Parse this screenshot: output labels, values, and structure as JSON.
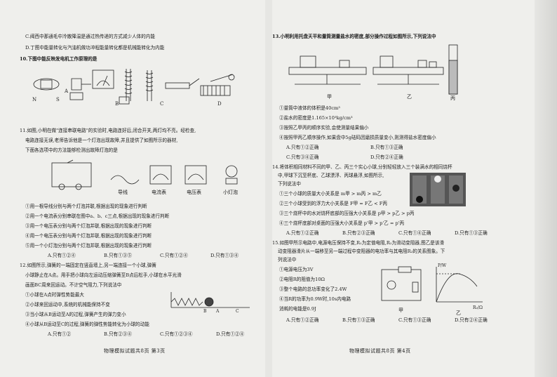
{
  "left": {
    "lines_top": [
      "C.阀西中那通毛中冷散降温是通过热传递的方式减少人体的内能",
      "D.丁图中能量转化与汽油机做功冲程能量转化都是机械能转化为内能"
    ],
    "q10": {
      "stem": "10.下图中能反映发电机工作原理的是",
      "labels": [
        "A",
        "B",
        "C",
        "D"
      ]
    },
    "q11": {
      "stem": [
        "11.如图,小明在做\"连接串联电路\"的实验时,电路连好后,闭合开关,两灯均不亮。经检查,",
        "电路连接无误,老师告诉他是一个灯泡出现故障,并且提供了如图所示的器材,",
        "下面各选项中的方法能够检测出故障灯泡的是"
      ],
      "tools": [
        "导线",
        "电流表",
        "电压表",
        "小灯泡"
      ],
      "items": [
        "①用一根导线分别与两个灯泡并联,根据出现的现象进行判断",
        "②用一个电流表分别串联在图中a、b、c三点,根据出现的现象进行判断",
        "③用一个电压表分别与两个灯泡并联,根据出现的现象进行判断",
        "④用一个电压表分别与两个灯泡并联,根据出现的现象进行判断",
        "⑤用一个小灯泡分别与两个灯泡并联,根据出现的现象进行判断"
      ],
      "options": [
        "A.只有①②④",
        "B.只有①③⑤",
        "C.只有①②④",
        "D.只有①③④"
      ]
    },
    "q12": {
      "stem": [
        "12.如图所示,弹簧的一端固定在竖直墙上,另一端连接一个小球,弹簧",
        "小球静止在A点。用手把小球向左运动压缩弹簧至B点后松手,小球在水平光滑",
        "画面BC周来回运动。不计空气阻力,下列说法中"
      ],
      "items": [
        "①小球在A点时弹性势能最大",
        "②小球来回运动中,系统的机械能保持不变",
        "③当小球从B运动至A的过程,弹簧产生的弹力变小",
        "④小球从B运动至C的过程,弹簧的弹性势能转化为小球的动能"
      ],
      "options": [
        "A.只有①②",
        "B.只有②③④",
        "C.只有①②③④",
        "D.只有①②④"
      ],
      "figure_labels": [
        "B",
        "A",
        "C"
      ]
    },
    "footer": "物理模拟试题共8页    第3页"
  },
  "right": {
    "q13": {
      "stem": "13.小明利用托盘天平和量筒测量盐水的密度,部分操作过程如图所示,下列说法中",
      "figure_labels": [
        "甲",
        "乙",
        "丙"
      ],
      "items": [
        "①量筒中液体的体积是40cm³",
        "②盐水的密度是1.165×10³kg/cm³",
        "③按照乙甲丙的顺序实验,会使测量结果偏小",
        "④按照甲丙乙顺序操作,如果盘中5g砝码因磨损质量变小,则测得盐水密度偏小"
      ],
      "options": [
        "A.只有①②正确",
        "B.只有①③正确",
        "C.只有③④正确",
        "D.只有②④正确"
      ]
    },
    "q14": {
      "stem": [
        "14.将体积相同材料不同的甲、乙、丙三个实心小球,分别轻轻放入三个装满水的相同烧杯",
        "中,甲球下沉至杯底、乙球漂浮、丙球悬浮,如图所示,",
        "下列说法中"
      ],
      "items": [
        "①三个小球的质量大小关系是 m甲 > m丙 > m乙",
        "②三个小球受到的浮力大小关系是 F甲 = F乙 < F丙",
        "③三个烧杯中的水对烧杯底部的压强大小关系是 p甲 > p乙 > p丙",
        "④三个烧杯底部对桌面的压强大小关系是 p'甲 > p'乙 = p'丙"
      ],
      "options": [
        "A.只有①②正确",
        "B.只有②③正确",
        "C.只有①④正确",
        "D.只有①③正确"
      ]
    },
    "q15": {
      "stem": [
        "15.如图甲所示电路中,电源电压保持不变,R₁为定值电阻,R₂为滑动变阻器,图乙是该滑",
        "动变阻器滑片从一端移至另一端过程中变阻器的电功率与其电阻R₂的关系图象。下",
        "列说法中"
      ],
      "items": [
        "①电源电压为3V",
        "②电阻R的阻值为10Ω",
        "③整个电路的总功率变化了2.4W",
        "④当R的功率为0.9W时,10s内电路",
        "   消耗的电能是0.9J"
      ],
      "graph_labels": [
        "P/W",
        "R₂/Ω",
        "甲",
        "乙"
      ],
      "options": [
        "A.只有①②正确",
        "B.只有①③正确",
        "C.只有①③正确",
        "D.只有②④正确"
      ]
    },
    "footer": "物理模拟试题共8页    第4页"
  }
}
